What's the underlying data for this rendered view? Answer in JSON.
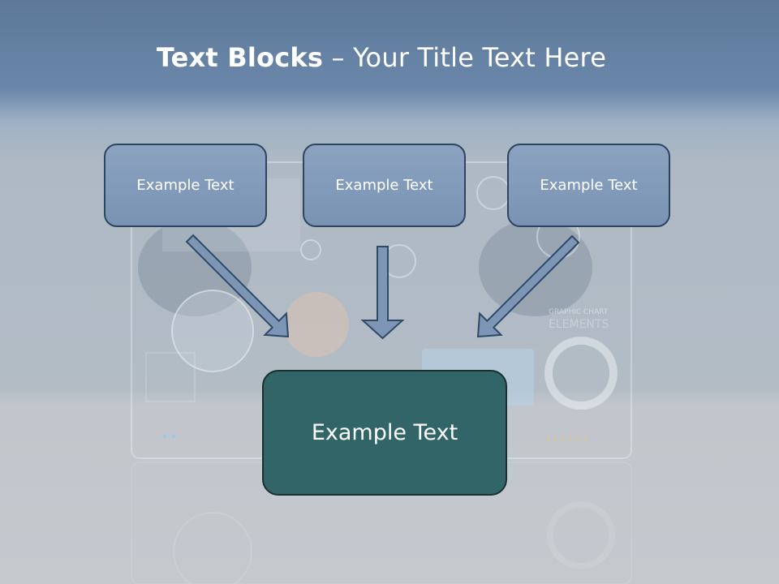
{
  "slide": {
    "title_bold": "Text Blocks",
    "title_dash": " – ",
    "title_rest": "Your Title Text Here"
  },
  "top_boxes": [
    {
      "label": "Example Text"
    },
    {
      "label": "Example Text"
    },
    {
      "label": "Example Text"
    }
  ],
  "main_box": {
    "label": "Example Text"
  },
  "colors": {
    "header_blue": "#5d7898",
    "box_fill": "#7e96b6",
    "box_border": "#2d4560",
    "main_fill": "#326568",
    "arrow_fill": "#7d96b6"
  },
  "background": {
    "label_graphic": "GRAPHIC CHART",
    "label_elements": "ELEMENTS"
  }
}
